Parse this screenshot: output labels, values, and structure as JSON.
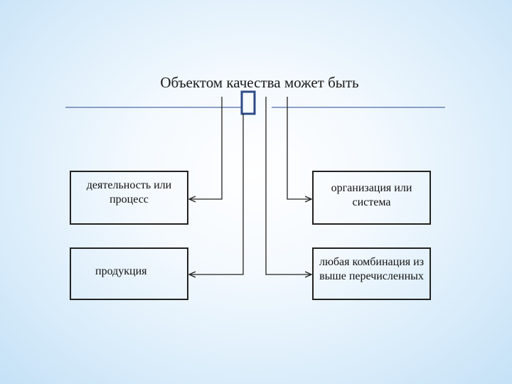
{
  "title": "Объектом качества может быть",
  "placeholder_glyph": "▯",
  "boxes": {
    "activity": "деятельность или процесс",
    "organization": "организация или система",
    "product": "продукция",
    "combination": "любая комбинация из выше перечисленных"
  },
  "colors": {
    "rule_line": "#4f6ba6",
    "connector": "#222222",
    "glyph": "#2e4a85"
  }
}
